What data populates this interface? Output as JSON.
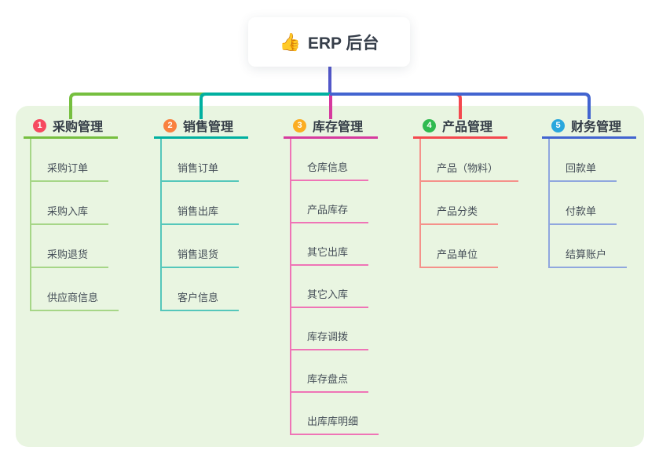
{
  "root": {
    "icon": "👍",
    "label": "ERP 后台"
  },
  "colors": {
    "trunk": "#5257c9",
    "panel_background": "#e9f5e1"
  },
  "branches": [
    {
      "num": "1",
      "title": "采购管理",
      "badge_color": "#f6495f",
      "line_color": "#76bf3f",
      "item_line_color": "#a6d687",
      "items": [
        "采购订单",
        "采购入库",
        "采购退货",
        "供应商信息"
      ]
    },
    {
      "num": "2",
      "title": "销售管理",
      "badge_color": "#f9813f",
      "line_color": "#00b0a0",
      "item_line_color": "#55c7bb",
      "items": [
        "销售订单",
        "销售出库",
        "销售退货",
        "客户信息"
      ]
    },
    {
      "num": "3",
      "title": "库存管理",
      "badge_color": "#fbad22",
      "line_color": "#d63a9e",
      "item_line_color": "#ef74b6",
      "items": [
        "仓库信息",
        "产品库存",
        "其它出库",
        "其它入库",
        "库存调拨",
        "库存盘点",
        "出库库明细"
      ]
    },
    {
      "num": "4",
      "title": "产品管理",
      "badge_color": "#30ba50",
      "line_color": "#f4484e",
      "item_line_color": "#f5918a",
      "items": [
        "产品（物料）",
        "产品分类",
        "产品单位"
      ]
    },
    {
      "num": "5",
      "title": "财务管理",
      "badge_color": "#2aa7dd",
      "line_color": "#4264d0",
      "item_line_color": "#90a7de",
      "items": [
        "回款单",
        "付款单",
        "结算账户"
      ]
    }
  ]
}
